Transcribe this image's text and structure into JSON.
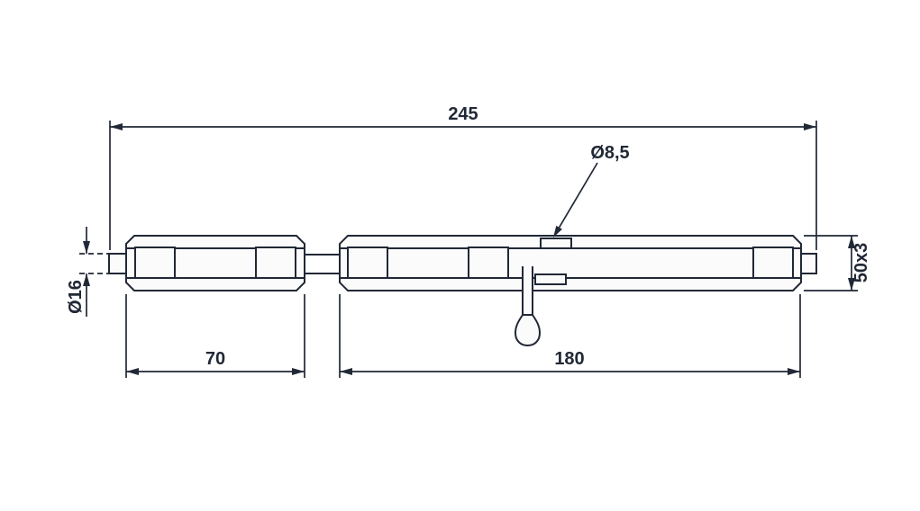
{
  "theme": {
    "bg": "#ffffff",
    "line": "#212836",
    "fill": "#fbfbfc"
  },
  "drawing": {
    "kind": "technical drawing of a bolt latch",
    "labels": {
      "overall": "245",
      "left_section": "70",
      "right_section": "180",
      "hole": "Ø8,5",
      "rod_diameter": "Ø16",
      "profile": "50x3"
    }
  }
}
